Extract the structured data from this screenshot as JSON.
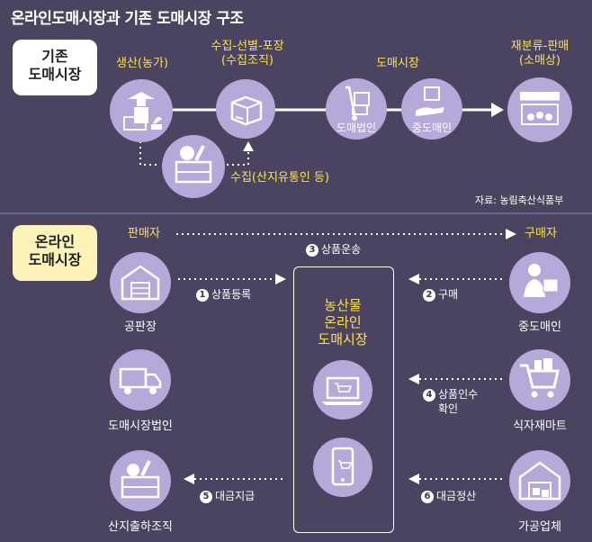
{
  "title": "온라인도매시장과 기존 도매시장 구조",
  "existing": {
    "section_label_line1": "기존",
    "section_label_line2": "도매시장",
    "production": "생산(농가)",
    "collection_header_line1": "수집-선별-포장",
    "collection_header_line2": "(수집조직)",
    "wholesale_header": "도매시장",
    "retail_header_line1": "재분류-판매",
    "retail_header_line2": "(소매상)",
    "wholesale_corp": "도매법인",
    "middle_wholesaler": "중도매인",
    "local_collector": "수집(산지유통인 등)",
    "source": "자료: 농림축산식품부"
  },
  "online": {
    "section_label_line1": "온라인",
    "section_label_line2": "도매시장",
    "seller_header": "판매자",
    "buyer_header": "구매자",
    "transport_num": "3",
    "transport": "상품운송",
    "market_line1": "농산물",
    "market_line2": "온라인",
    "market_line3": "도매시장",
    "sellers": [
      "공판장",
      "도매시장법인",
      "산지출하조직"
    ],
    "buyers": [
      "중도매인",
      "식자재마트",
      "가공업체"
    ],
    "steps": {
      "register_num": "1",
      "register": "상품등록",
      "buy_num": "2",
      "buy": "구매",
      "receive_num": "4",
      "receive_line1": "상품인수",
      "receive_line2": "확인",
      "pay_num": "5",
      "pay": "대금지급",
      "settle_num": "6",
      "settle": "대금정산"
    }
  },
  "colors": {
    "background": "#4b4461",
    "accent": "#ffe14f",
    "icon_circle": "#b6a8d8"
  }
}
